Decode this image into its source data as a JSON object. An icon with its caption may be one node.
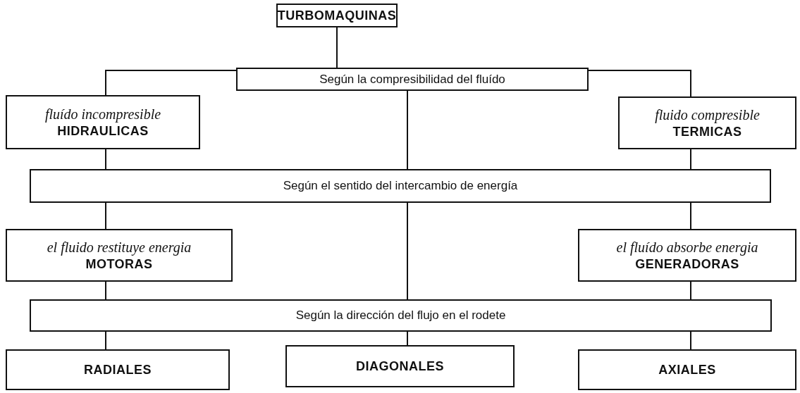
{
  "diagram": {
    "nodes": [
      {
        "text": [
          "TURBOMAQUINAS"
        ]
      },
      {
        "text": [
          "Según la compresibilidad del fluído"
        ]
      },
      {
        "text": [
          "fluído incompresible",
          "HIDRAULICAS"
        ]
      },
      {
        "text": [
          "fluido compresible",
          "TERMICAS"
        ]
      },
      {
        "text": [
          "Según el sentido del intercambio de energía"
        ]
      },
      {
        "text": [
          "el fluido restituye energia",
          "MOTORAS"
        ]
      },
      {
        "text": [
          "el fluído absorbe energia",
          "GENERADORAS"
        ]
      },
      {
        "text": [
          "Según la dirección del flujo en el rodete"
        ]
      },
      {
        "text": [
          "RADIALES"
        ]
      },
      {
        "text": [
          "DIAGONALES"
        ]
      },
      {
        "text": [
          "AXIALES"
        ]
      }
    ],
    "edges": [
      {
        "from": 0,
        "to": 1,
        "arrow": "none"
      },
      {
        "from": 1,
        "to": 2,
        "arrow": "none"
      },
      {
        "from": 1,
        "to": 3,
        "arrow": "none"
      },
      {
        "from": 1,
        "to": 4,
        "arrow": "none"
      },
      {
        "from": 2,
        "to": 4,
        "arrow": "none"
      },
      {
        "from": 3,
        "to": 4,
        "arrow": "none"
      },
      {
        "from": 4,
        "to": 5,
        "arrow": "none"
      },
      {
        "from": 4,
        "to": 7,
        "arrow": "none"
      },
      {
        "from": 4,
        "to": 6,
        "arrow": "none"
      },
      {
        "from": 5,
        "to": 7,
        "arrow": "none"
      },
      {
        "from": 6,
        "to": 7,
        "arrow": "none"
      },
      {
        "from": 7,
        "to": 8,
        "arrow": "none"
      },
      {
        "from": 7,
        "to": 9,
        "arrow": "none"
      },
      {
        "from": 7,
        "to": 10,
        "arrow": "none"
      }
    ]
  }
}
